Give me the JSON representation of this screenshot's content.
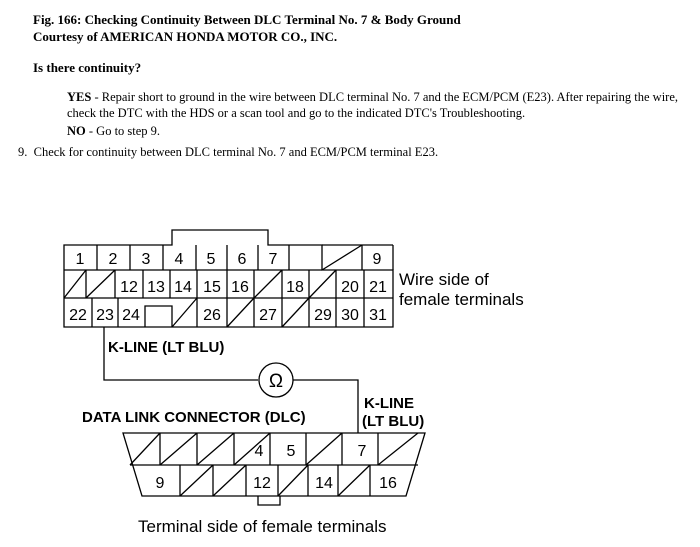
{
  "header": {
    "figure_caption": "Fig. 166: Checking Continuity Between DLC Terminal No. 7 & Body Ground",
    "credit": "Courtesy of AMERICAN HONDA MOTOR CO., INC."
  },
  "question": "Is there continuity?",
  "yes": {
    "label": "YES",
    "text": " - Repair short to ground in the wire between DLC terminal No. 7 and the ECM/PCM (E23). After repairing the wire, check the DTC with the HDS or a scan tool and go to the indicated DTC's Troubleshooting."
  },
  "no": {
    "label": "NO",
    "text": " - Go to step 9."
  },
  "step": {
    "number": "9.",
    "text": "Check for continuity between DLC terminal No. 7 and ECM/PCM terminal E23."
  },
  "diagram": {
    "ecm_row1": [
      "1",
      "2",
      "3",
      "4",
      "5",
      "6",
      "7",
      "",
      "",
      "9"
    ],
    "ecm_row2": [
      "",
      "12",
      "13",
      "14",
      "15",
      "16",
      "",
      "18",
      "",
      "20",
      "21"
    ],
    "ecm_row3": [
      "22",
      "23",
      "24",
      "",
      "26",
      "",
      "27",
      "",
      "29",
      "30",
      "31"
    ],
    "wire_side_label_1": "Wire side of",
    "wire_side_label_2": "female terminals",
    "kline_label_1": "K-LINE (LT BLU)",
    "ohm_symbol": "Ω",
    "kline_label_2a": "K-LINE",
    "kline_label_2b": "(LT BLU)",
    "dlc_label": "DATA LINK CONNECTOR (DLC)",
    "dlc_row1": [
      "",
      "",
      "",
      "4",
      "5",
      "",
      "7",
      ""
    ],
    "dlc_row2": [
      "9",
      "",
      "",
      "12",
      "",
      "14",
      "",
      "16"
    ],
    "terminal_side_label": "Terminal side of female terminals"
  }
}
